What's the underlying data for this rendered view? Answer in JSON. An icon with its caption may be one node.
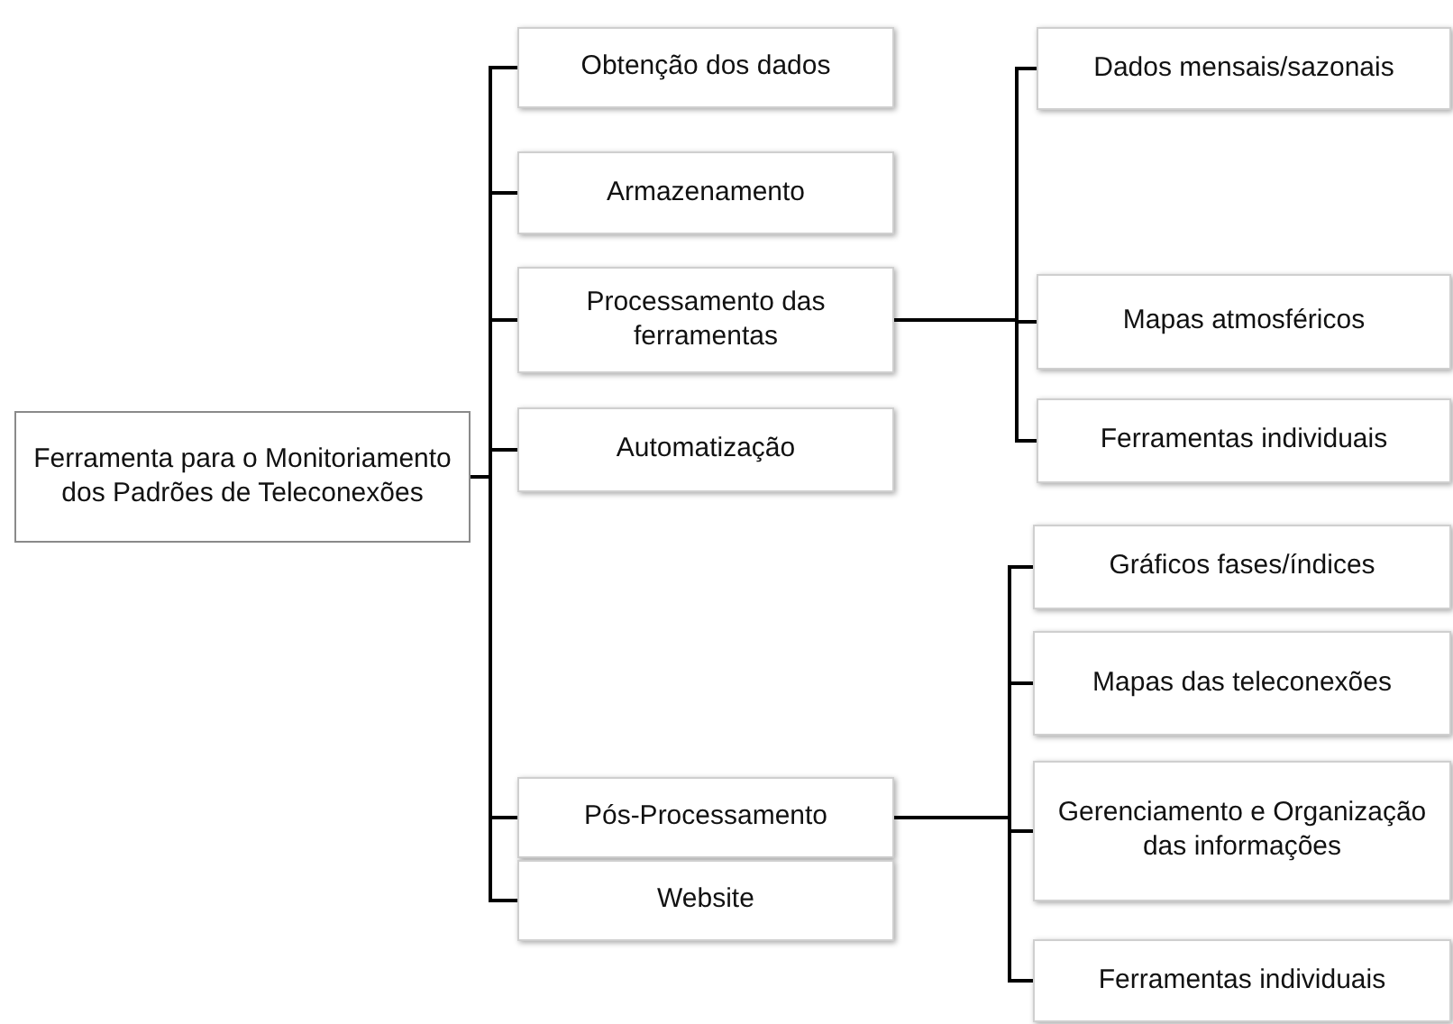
{
  "diagram": {
    "nodes": [
      {
        "text": [
          "Ferramenta para o Monitoriamento dos Padrões de Teleconexões"
        ]
      },
      {
        "text": [
          "Obtenção dos dados"
        ]
      },
      {
        "text": [
          "Armazenamento"
        ]
      },
      {
        "text": [
          "Processamento das ferramentas"
        ]
      },
      {
        "text": [
          "Automatização"
        ]
      },
      {
        "text": [
          "Pós-Processamento"
        ]
      },
      {
        "text": [
          "Website"
        ]
      },
      {
        "text": [
          "Dados mensais/sazonais"
        ]
      },
      {
        "text": [
          "Mapas atmosféricos"
        ]
      },
      {
        "text": [
          "Ferramentas individuais"
        ]
      },
      {
        "text": [
          "Gráficos fases/índices"
        ]
      },
      {
        "text": [
          "Mapas das teleconexões"
        ]
      },
      {
        "text": [
          "Gerenciamento e Organização das informações"
        ]
      },
      {
        "text": [
          "Ferramentas individuais"
        ]
      }
    ],
    "edges": [
      {
        "from": 0,
        "to": 1,
        "arrow": "none"
      },
      {
        "from": 0,
        "to": 2,
        "arrow": "none"
      },
      {
        "from": 0,
        "to": 3,
        "arrow": "none"
      },
      {
        "from": 0,
        "to": 4,
        "arrow": "none"
      },
      {
        "from": 0,
        "to": 5,
        "arrow": "none"
      },
      {
        "from": 0,
        "to": 6,
        "arrow": "none"
      },
      {
        "from": 3,
        "to": 7,
        "arrow": "none"
      },
      {
        "from": 3,
        "to": 8,
        "arrow": "none"
      },
      {
        "from": 3,
        "to": 9,
        "arrow": "none"
      },
      {
        "from": 5,
        "to": 10,
        "arrow": "none"
      },
      {
        "from": 5,
        "to": 11,
        "arrow": "none"
      },
      {
        "from": 5,
        "to": 12,
        "arrow": "none"
      },
      {
        "from": 5,
        "to": 13,
        "arrow": "none"
      }
    ]
  }
}
